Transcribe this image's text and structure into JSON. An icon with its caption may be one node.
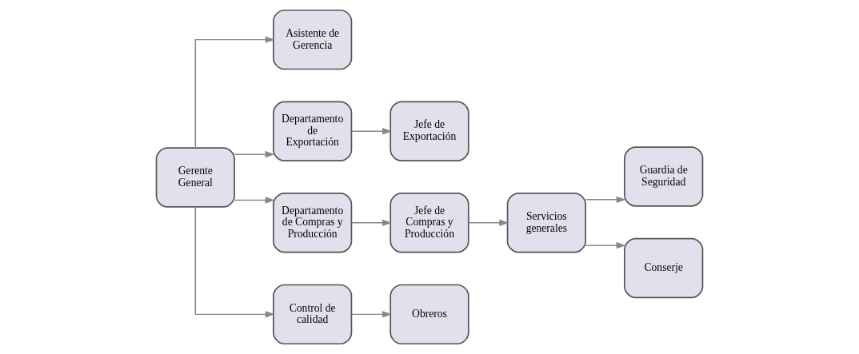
{
  "diagram": {
    "nodes": [
      {
        "text": [
          "Gerente General"
        ]
      },
      {
        "text": [
          "Asistente de Gerencia"
        ]
      },
      {
        "text": [
          "Departamento de Exportación"
        ]
      },
      {
        "text": [
          "Jefe de Exportación"
        ]
      },
      {
        "text": [
          "Departamento de Compras y Producción"
        ]
      },
      {
        "text": [
          "Jefe de Compras y Producción"
        ]
      },
      {
        "text": [
          "Servicios generales"
        ]
      },
      {
        "text": [
          "Guardia de Seguridad"
        ]
      },
      {
        "text": [
          "Conserje"
        ]
      },
      {
        "text": [
          "Control de calidad"
        ]
      },
      {
        "text": [
          "Obreros"
        ]
      }
    ],
    "edges": [
      {
        "from": 0,
        "to": 1,
        "arrow": "to"
      },
      {
        "from": 0,
        "to": 2,
        "arrow": "to"
      },
      {
        "from": 0,
        "to": 4,
        "arrow": "to"
      },
      {
        "from": 0,
        "to": 9,
        "arrow": "to"
      },
      {
        "from": 2,
        "to": 3,
        "arrow": "to"
      },
      {
        "from": 4,
        "to": 5,
        "arrow": "to"
      },
      {
        "from": 5,
        "to": 6,
        "arrow": "to"
      },
      {
        "from": 6,
        "to": 7,
        "arrow": "to"
      },
      {
        "from": 6,
        "to": 8,
        "arrow": "to"
      },
      {
        "from": 9,
        "to": 10,
        "arrow": "to"
      }
    ]
  }
}
